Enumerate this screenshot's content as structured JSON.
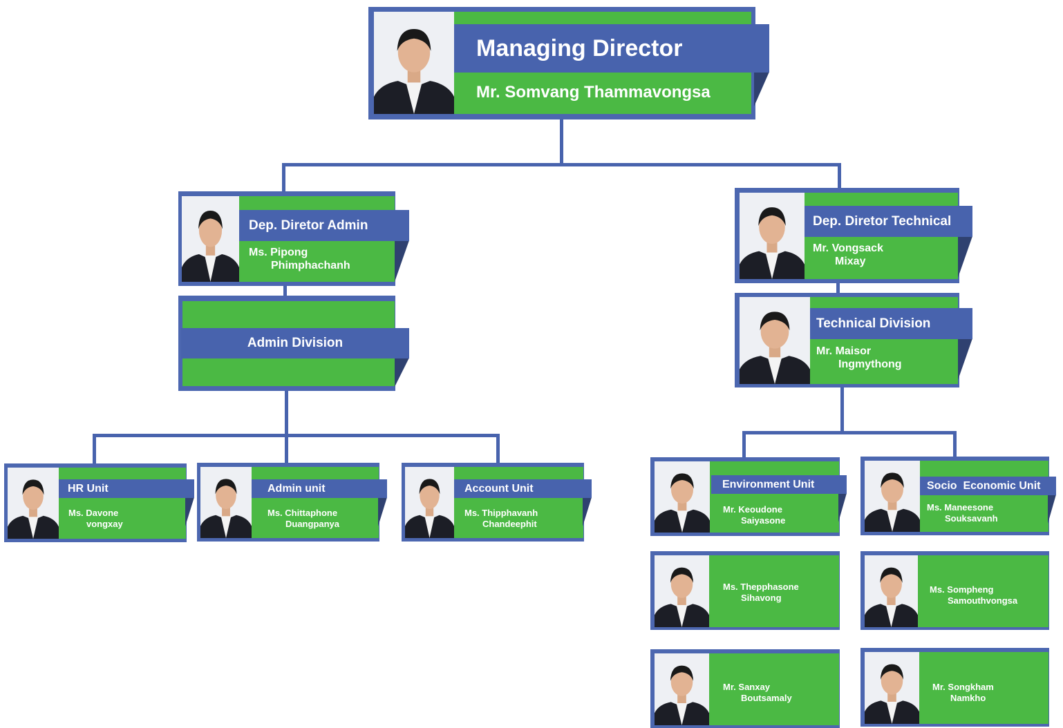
{
  "managing_director": {
    "title": "Managing Director",
    "name": "Mr. Somvang Thammavongsa"
  },
  "dep_admin": {
    "title": "Dep. Diretor Admin",
    "name_line1": "Ms. Pipong",
    "name_line2": "Phimphachanh"
  },
  "dep_technical": {
    "title": "Dep. Diretor Technical",
    "name_line1": "Mr. Vongsack",
    "name_line2": "Mixay"
  },
  "admin_division": {
    "title": "Admin Division"
  },
  "technical_division": {
    "title": "Technical Division",
    "name_line1": "Mr. Maisor",
    "name_line2": "Ingmythong"
  },
  "units": {
    "hr": {
      "title": "HR Unit",
      "name_line1": "Ms. Davone",
      "name_line2": "vongxay"
    },
    "admin": {
      "title": "Admin unit",
      "name_line1": "Ms. Chittaphone",
      "name_line2": "Duangpanya"
    },
    "account": {
      "title": "Account Unit",
      "name_line1": "Ms. Thipphavanh",
      "name_line2": "Chandeephit"
    },
    "environment": {
      "title": "Environment Unit",
      "name_line1": "Mr. Keoudone",
      "name_line2": "Saiyasone"
    },
    "socio_economic": {
      "title": "Socio  Economic Unit",
      "name_line1": "Ms. Maneesone",
      "name_line2": "Souksavanh"
    }
  },
  "staff": {
    "env_staff_1": {
      "name_line1": "Ms. Thepphasone",
      "name_line2": "Sihavong"
    },
    "env_staff_2": {
      "name_line1": "Mr. Sanxay",
      "name_line2": "Boutsamaly"
    },
    "socio_staff_1": {
      "name_line1": "Ms. Sompheng",
      "name_line2": "Samouthvongsa"
    },
    "socio_staff_2": {
      "name_line1": "Mr. Songkham",
      "name_line2": "Namkho"
    }
  },
  "colors": {
    "green": "#4bb944",
    "blue": "#4863ad",
    "dark_blue": "#2f4170",
    "frame": "#4c67b0"
  }
}
